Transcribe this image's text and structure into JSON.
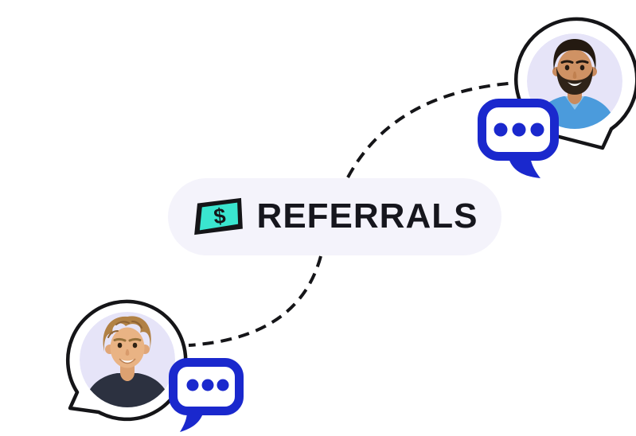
{
  "badge": {
    "label": "REFERRALS",
    "currency_symbol": "$"
  },
  "colors": {
    "background": "#ffffff",
    "badge-bg": "#f4f3fb",
    "badge-text": "#16161d",
    "bill-teal": "#3ae5cf",
    "ink": "#151518",
    "chat-blue": "#1a28cd",
    "avatar-bg": "#e6e4f8",
    "bubble-fill": "#ffffff"
  },
  "illustration": {
    "theme": "referrals",
    "connector_style": "dashed-s-curve",
    "chat_dots": 3,
    "people": [
      {
        "position": "top-right",
        "description": "smiling man with short dark hair and beard wearing a blue shirt"
      },
      {
        "position": "bottom-left",
        "description": "smiling man with tousled sandy hair wearing a dark sweater"
      }
    ]
  }
}
